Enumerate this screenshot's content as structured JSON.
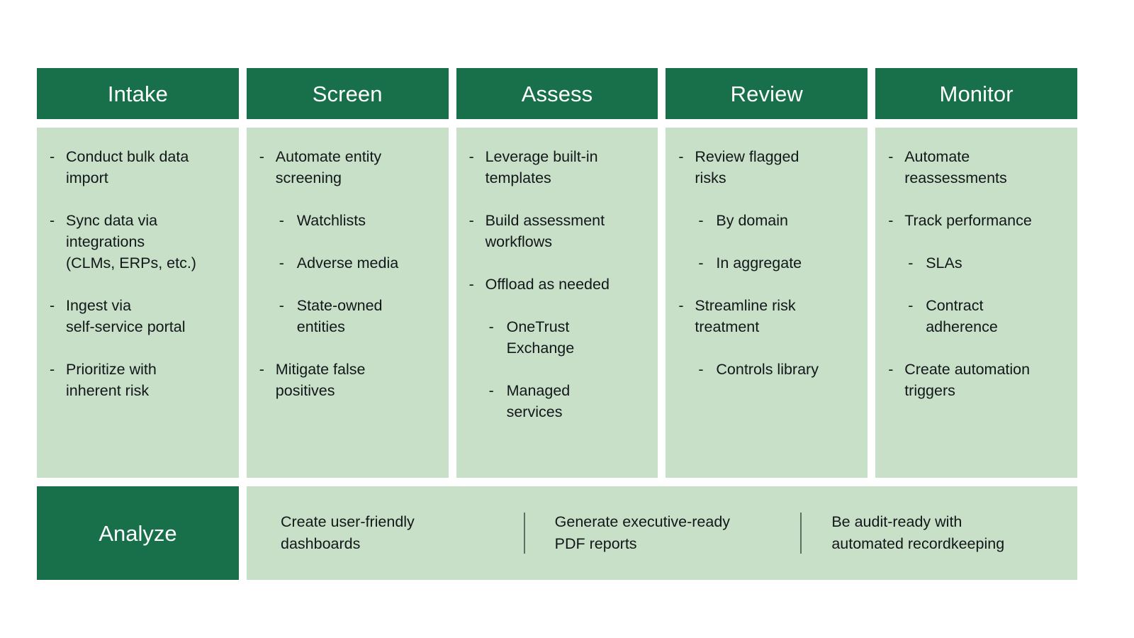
{
  "theme": {
    "header_green": "#17704A",
    "body_green": "#C8E0C8",
    "text_dark": "#12171a",
    "text_light": "#ffffff",
    "divider_gray": "#5d6f63"
  },
  "stages": [
    {
      "title": "Intake",
      "bullets": [
        {
          "level": 1,
          "dash": "-",
          "text": "Conduct bulk data\nimport"
        },
        {
          "level": 1,
          "dash": "-",
          "text": "Sync data via\nintegrations\n(CLMs, ERPs, etc.)"
        },
        {
          "level": 1,
          "dash": "-",
          "text": "Ingest via\nself-service portal"
        },
        {
          "level": 1,
          "dash": "-",
          "text": "Prioritize with\ninherent risk"
        }
      ]
    },
    {
      "title": "Screen",
      "bullets": [
        {
          "level": 1,
          "dash": "-",
          "text": "Automate entity\nscreening"
        },
        {
          "level": 2,
          "dash": "-",
          "text": "Watchlists"
        },
        {
          "level": 2,
          "dash": "-",
          "text": "Adverse media"
        },
        {
          "level": 2,
          "dash": "-",
          "text": "State-owned\nentities"
        },
        {
          "level": 1,
          "dash": "-",
          "text": "Mitigate false\npositives"
        }
      ]
    },
    {
      "title": "Assess",
      "bullets": [
        {
          "level": 1,
          "dash": "-",
          "text": "Leverage built-in\ntemplates"
        },
        {
          "level": 1,
          "dash": "-",
          "text": "Build assessment\nworkflows"
        },
        {
          "level": 1,
          "dash": "-",
          "text": "Offload as needed"
        },
        {
          "level": 2,
          "dash": "-",
          "text": "OneTrust\nExchange"
        },
        {
          "level": 2,
          "dash": "-",
          "text": "Managed\nservices"
        }
      ]
    },
    {
      "title": "Review",
      "bullets": [
        {
          "level": 1,
          "dash": "-",
          "text": "Review flagged\nrisks"
        },
        {
          "level": 2,
          "dash": "-",
          "text": "By domain"
        },
        {
          "level": 2,
          "dash": "-",
          "text": "In aggregate"
        },
        {
          "level": 1,
          "dash": "-",
          "text": "Streamline risk\ntreatment"
        },
        {
          "level": 2,
          "dash": "-",
          "text": "Controls library"
        }
      ]
    },
    {
      "title": "Monitor",
      "bullets": [
        {
          "level": 1,
          "dash": "-",
          "text": "Automate\nreassessments"
        },
        {
          "level": 1,
          "dash": "-",
          "text": "Track performance"
        },
        {
          "level": 2,
          "dash": "-",
          "text": "SLAs"
        },
        {
          "level": 2,
          "dash": "-",
          "text": "Contract\nadherence"
        },
        {
          "level": 1,
          "dash": "-",
          "text": "Create automation\ntriggers"
        }
      ]
    }
  ],
  "analyze": {
    "title": "Analyze",
    "items": [
      {
        "text": "Create user-friendly\ndashboards",
        "divider": false
      },
      {
        "text": "Generate executive-ready\nPDF reports",
        "divider": true
      },
      {
        "text": "Be audit-ready with\nautomated recordkeeping",
        "divider": true
      }
    ]
  }
}
